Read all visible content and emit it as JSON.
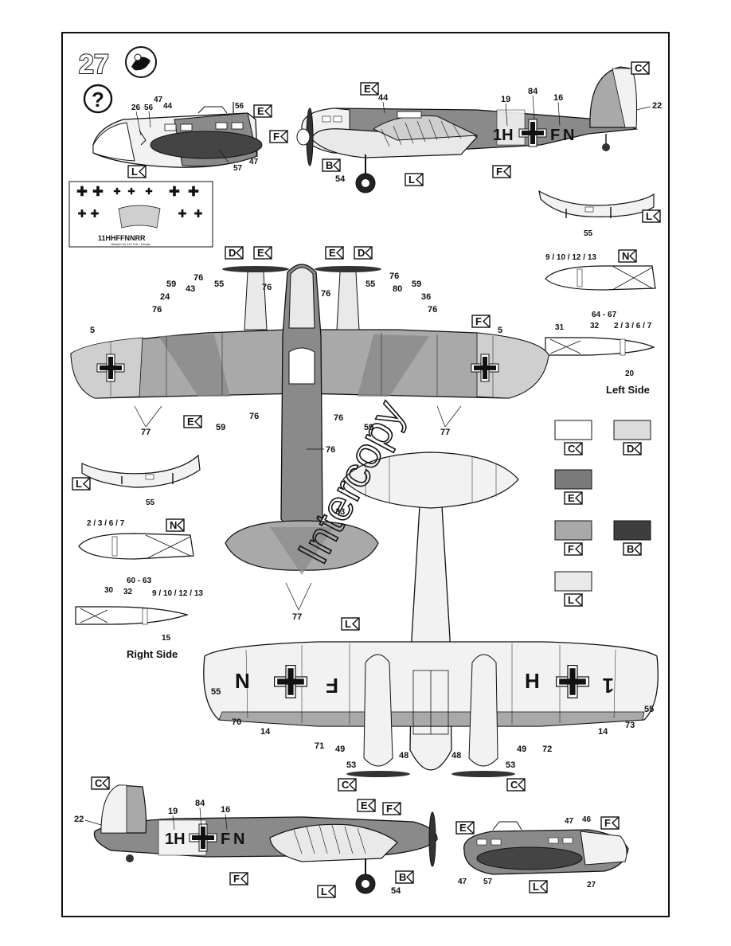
{
  "step_number": "27",
  "help_icon": "question-icon",
  "brand_icon": "mascot-logo-icon",
  "watermark": "Intercopy",
  "paint_codes": {
    "C": "C",
    "D": "D",
    "E": "E",
    "F": "F",
    "B": "B",
    "L": "L",
    "N": "N"
  },
  "paint_legend": [
    {
      "code": "C",
      "color": "#ffffff"
    },
    {
      "code": "D",
      "color": "#dcdcdc"
    },
    {
      "code": "E",
      "color": "#7a7a7a"
    },
    {
      "code": "F",
      "color": "#a9a9a9"
    },
    {
      "code": "B",
      "color": "#3e3e3e"
    },
    {
      "code": "L",
      "color": "#e9e9e9"
    }
  ],
  "aircraft_markings": {
    "code_1h": "1H",
    "code_f": "F",
    "code_n": "N",
    "under_n": "N",
    "under_f": "F",
    "under_h": "H",
    "under_1": "1"
  },
  "decal_sheet": {
    "strip_text": "11HHFFNNRR",
    "footer_text": "Heinkel He 111 H-6 · Decals"
  },
  "captions": {
    "left_side": "Left Side",
    "right_side": "Right Side"
  },
  "callouts": {
    "c26": "26",
    "c56a": "56",
    "c47a": "47",
    "c44a": "44",
    "c56b": "56",
    "c57a": "57",
    "c47b": "47",
    "c44b": "44",
    "c19a": "19",
    "c84a": "84",
    "c16a": "16",
    "c22a": "22",
    "c54a": "54",
    "c55a": "55",
    "bomb_nk_1": "9 / 10 / 12 / 13",
    "c64_67": "64 - 67",
    "c31": "31",
    "c32a": "32",
    "c2367a": "2 / 3 / 6 / 7",
    "c20": "20",
    "c5a": "5",
    "c59a": "59",
    "c43": "43",
    "c76a": "76",
    "c55b": "55",
    "c24": "24",
    "c76b": "76",
    "c76c": "76",
    "c76d": "76",
    "c76e": "76",
    "c80": "80",
    "c59b": "59",
    "c36": "36",
    "c76f": "76",
    "c55c": "55",
    "c5b": "5",
    "c76g": "76",
    "c76h": "76",
    "c59c": "59",
    "c59d": "59",
    "c77a": "77",
    "c77b": "77",
    "c76i": "76",
    "c33": "33",
    "c77c": "77",
    "c55d": "55",
    "c2367b": "2 / 3 / 6 / 7",
    "c60_63": "60 - 63",
    "c30": "30",
    "c32b": "32",
    "c9101213b": "9 / 10 / 12 / 13",
    "c15": "15",
    "c55e": "55",
    "c70": "70",
    "c14a": "14",
    "c71": "71",
    "c49a": "49",
    "c53a": "53",
    "c48a": "48",
    "c48b": "48",
    "c49b": "49",
    "c53b": "53",
    "c72": "72",
    "c14b": "14",
    "c73": "73",
    "c55f": "55",
    "c22b": "22",
    "c19b": "19",
    "c84b": "84",
    "c16b": "16",
    "c54b": "54",
    "c47c": "47",
    "c46": "46",
    "c47d": "47",
    "c57b": "57",
    "c27": "27"
  }
}
